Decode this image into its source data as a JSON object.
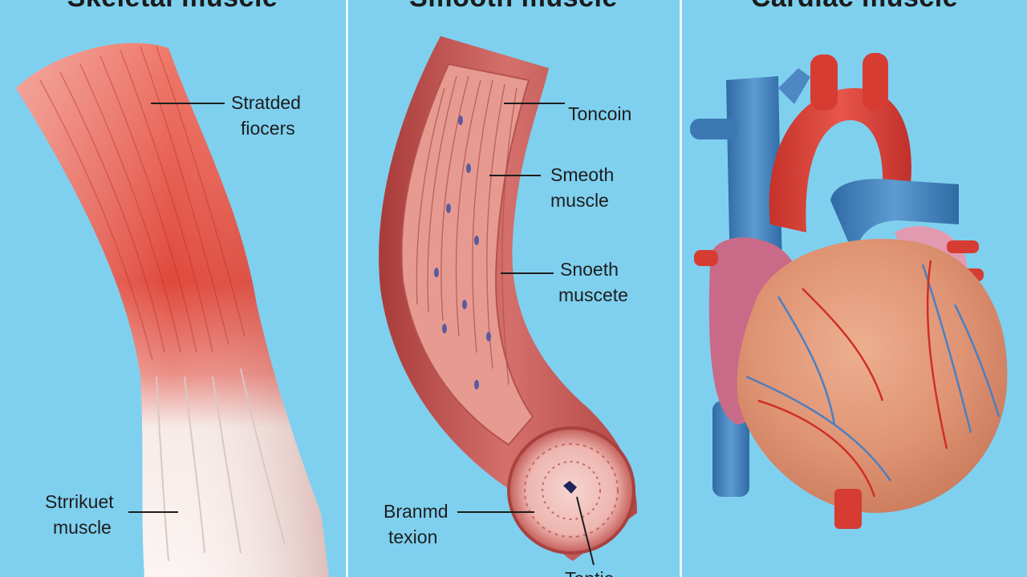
{
  "titles": {
    "skeletal": "Skeletal muscle",
    "smooth": "Smooth muscle",
    "cardiac": "Cardiac muscle"
  },
  "labels": {
    "striated_fibers": [
      "Stratded",
      "fiocers"
    ],
    "striated_muscle": [
      "Strrikuet",
      "muscle"
    ],
    "toncoin": "Toncoin",
    "smooth_muscle_1": [
      "Smeoth",
      "muscle"
    ],
    "smooth_muscle_2": [
      "Snoeth",
      "muscete"
    ],
    "branched_texion": [
      "Branmd",
      "texion"
    ],
    "bottom_label": "Tantie"
  },
  "colors": {
    "background": "#7fd0ef",
    "muscle_red": "#dc4a3f",
    "tendon_white": "#f7efec",
    "vessel_wall": "#c85a58",
    "vein_blue": "#3f7fb8",
    "artery_red": "#d63c31",
    "heart_muscle": "#d8736a"
  }
}
